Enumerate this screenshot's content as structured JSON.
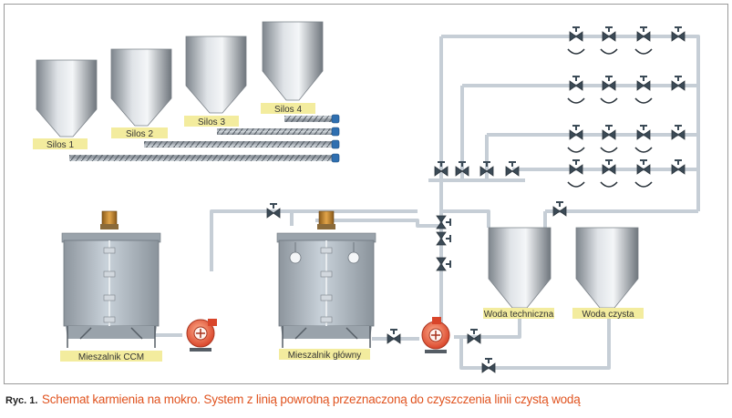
{
  "diagram": {
    "silos": [
      "Silos 1",
      "Silos 2",
      "Silos 3",
      "Silos 4"
    ],
    "mixers": {
      "ccm": "Mieszalnik CCM",
      "main": "Mieszalnik główny"
    },
    "tanks": {
      "technical": "Woda techniczna",
      "clean": "Woda czysta"
    }
  },
  "caption": {
    "prefix": "Ryc. 1.",
    "title": "Schemat karmienia na mokro. System z linią powrotną przeznaczoną do czyszczenia linii czystą wodą"
  },
  "colors": {
    "pipe": "#c6ced6",
    "label_bg": "#f3ec9e",
    "pump": "#e8553a",
    "caption_accent": "#e0531f"
  }
}
